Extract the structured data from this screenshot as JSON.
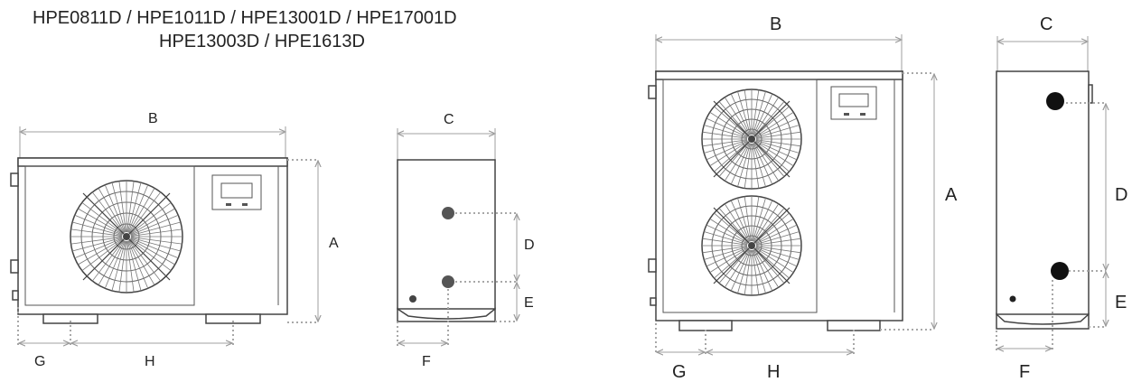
{
  "title": {
    "line1": "HPE0811D / HPE1011D / HPE13001D / HPE17001D",
    "line2": "HPE13003D / HPE1613D"
  },
  "left_unit": {
    "labels": {
      "A": "A",
      "B": "B",
      "C": "C",
      "D": "D",
      "E": "E",
      "F": "F",
      "G": "G",
      "H": "H"
    }
  },
  "right_unit": {
    "labels": {
      "A": "A",
      "B": "B",
      "C": "C",
      "D": "D",
      "E": "E",
      "F": "F",
      "G": "G",
      "H": "H"
    }
  }
}
